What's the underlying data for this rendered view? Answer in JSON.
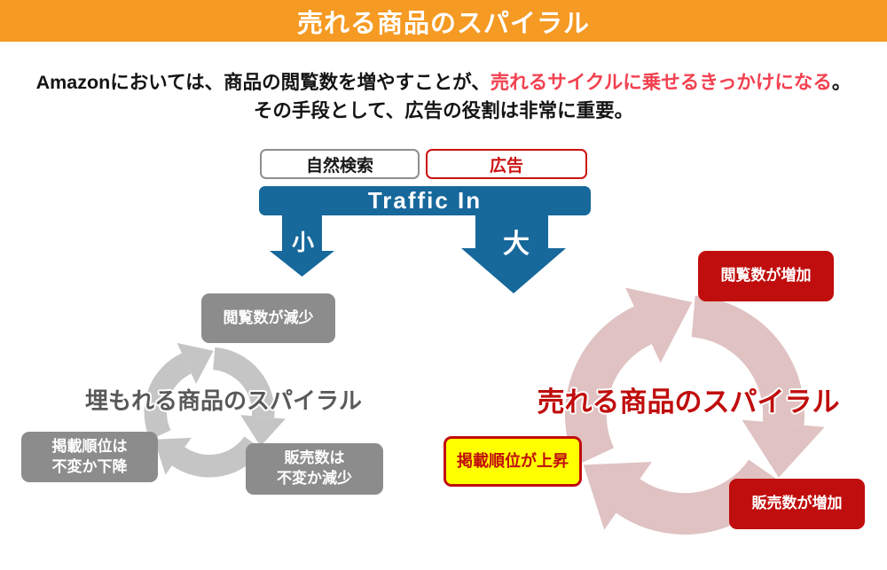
{
  "header": {
    "title": "売れる商品のスパイラル"
  },
  "intro": {
    "line1_black": "Amazonにおいては、商品の閲覧数を増やすことが、",
    "line1_red": "売れるサイクルに乗せるきっかけになる",
    "line1_end": "。",
    "line2": "その手段として、広告の役割は非常に重要。"
  },
  "sources": {
    "natural_search": "自然検索",
    "advertising": "広告"
  },
  "traffic": {
    "bar_label": "Traffic In",
    "small_arrow_label": "小",
    "large_arrow_label": "大"
  },
  "left_cycle": {
    "title": "埋もれる商品のスパイラル",
    "boxes": [
      {
        "lines": [
          "閲覧数が減少"
        ]
      },
      {
        "lines": [
          "掲載順位は",
          "不変か下降"
        ]
      },
      {
        "lines": [
          "販売数は",
          "不変か減少"
        ]
      }
    ]
  },
  "right_cycle": {
    "title": "売れる商品のスパイラル",
    "boxes": [
      {
        "lines": [
          "閲覧数が増加"
        ]
      },
      {
        "lines": [
          "掲載順位が上昇"
        ]
      },
      {
        "lines": [
          "販売数が増加"
        ]
      }
    ]
  },
  "colors": {
    "header_bg": "#F59A23",
    "traffic_blue": "#17689B",
    "gray_box": "#8C8C8C",
    "gray_spiral": "#C5C5C5",
    "gray_title": "#595959",
    "red_box": "#C00D0D",
    "red_accent": "#CC1111",
    "intro_red": "#F24150",
    "pink_spiral": "#E0C2C2",
    "yellow_box": "#FFFF00"
  }
}
